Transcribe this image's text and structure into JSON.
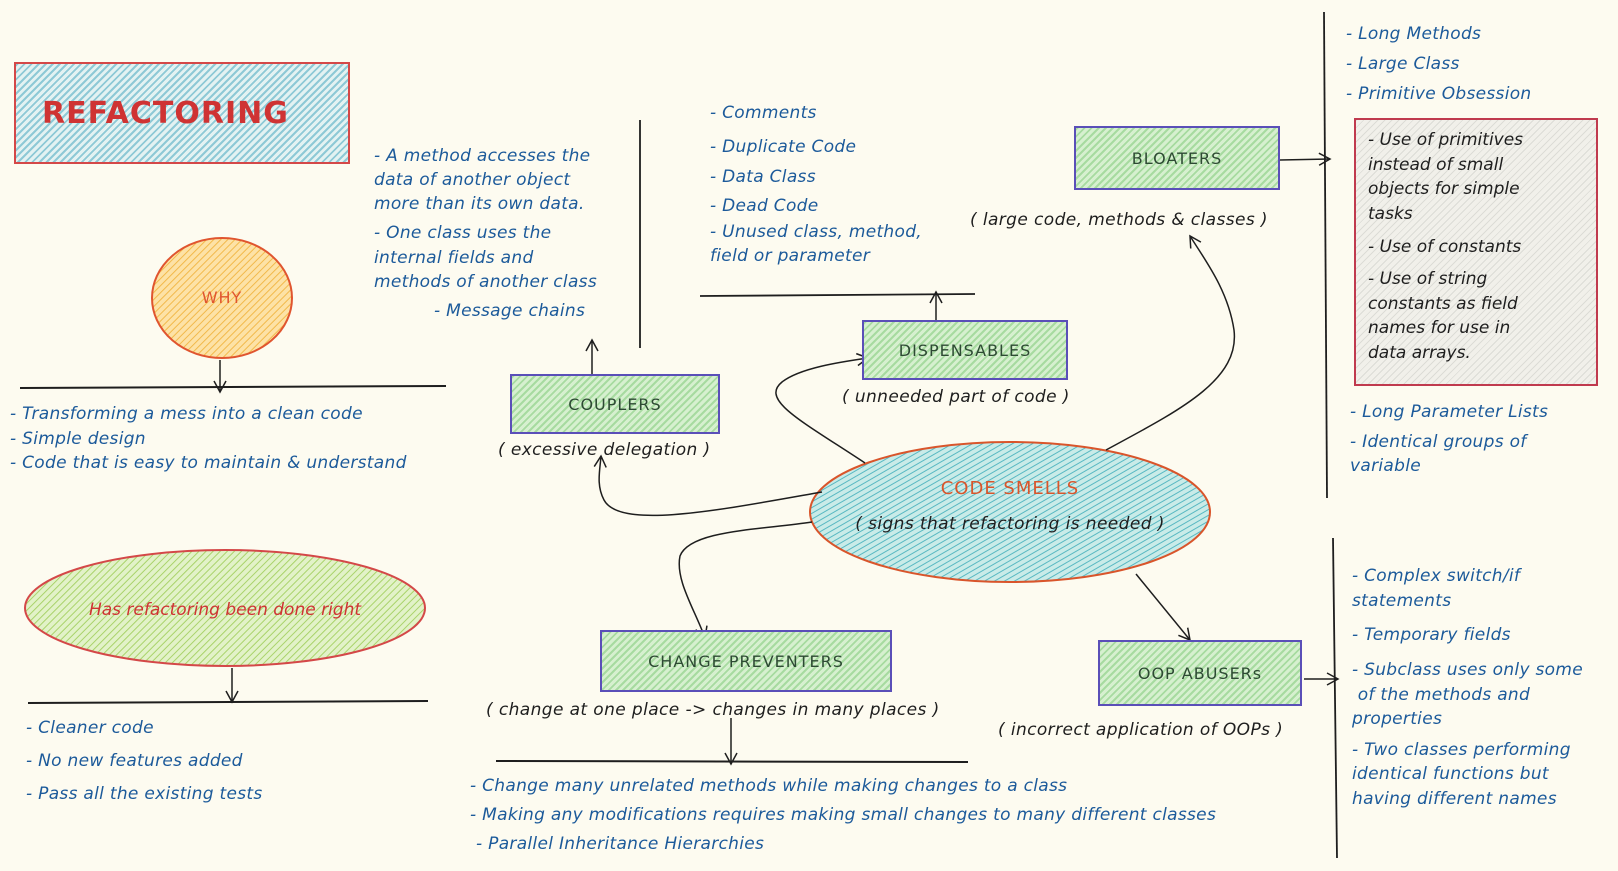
{
  "title": "REFACTORING",
  "why": {
    "label": "WHY",
    "items": [
      "- Transforming a mess into a clean code",
      "- Simple design",
      "- Code that is easy to maintain & understand"
    ]
  },
  "done_right": {
    "label": "Has refactoring been done right",
    "items": [
      "- Cleaner code",
      "- No new features added",
      "- Pass all the existing tests"
    ]
  },
  "code_smells": {
    "label": "CODE SMELLS",
    "subtitle": "( signs that refactoring is needed )"
  },
  "couplers": {
    "label": "COUPLERS",
    "subtitle": "( excessive delegation )",
    "items": [
      [
        "- A method accesses the",
        "data of another object",
        "more than its own data."
      ],
      [
        "- One class uses the",
        "internal fields and",
        "methods of another class"
      ],
      [
        "- Message chains"
      ]
    ]
  },
  "dispensables": {
    "label": "DISPENSABLES",
    "subtitle": "( unneeded part of code )",
    "items": [
      [
        "- Comments"
      ],
      [
        "- Duplicate Code"
      ],
      [
        "- Data Class"
      ],
      [
        "- Dead Code"
      ],
      [
        "- Unused class, method,",
        "field or parameter"
      ]
    ]
  },
  "bloaters": {
    "label": "BLOATERS",
    "subtitle": "( large code, methods & classes )",
    "items": [
      "- Long Methods",
      "- Large Class",
      "- Primitive Obsession"
    ],
    "primitive_note": [
      [
        "- Use of primitives",
        "instead of small",
        "objects for simple",
        "tasks"
      ],
      [
        "- Use of constants"
      ],
      [
        "- Use of string",
        "constants as field",
        "names for use in",
        "data arrays."
      ]
    ],
    "items_after": [
      [
        "- Long Parameter Lists"
      ],
      [
        "- Identical groups of",
        "variable"
      ]
    ]
  },
  "change_preventers": {
    "label": "CHANGE PREVENTERS",
    "subtitle": "( change at one place -> changes in many places )",
    "items": [
      "- Change many unrelated methods while making changes to a class",
      "- Making any modifications requires making small changes to many different classes",
      "- Parallel Inheritance Hierarchies"
    ]
  },
  "oop_abusers": {
    "label": "OOP ABUSERs",
    "subtitle": "( incorrect application of OOPs )",
    "items": [
      [
        "- Complex switch/if",
        "statements"
      ],
      [
        "- Temporary fields"
      ],
      [
        "- Subclass uses only some",
        " of the methods and",
        "properties"
      ],
      [
        "- Two classes performing",
        "identical functions but",
        "having different names"
      ]
    ]
  },
  "colors": {
    "text_blue": "#1c5a9a",
    "title_red": "#cf3333",
    "box_border": "#5a4fb8",
    "box_fill": "#a7dba0",
    "smell_fill": "#7ccad0",
    "smell_border": "#d9552b",
    "why_fill": "#f7c35a",
    "background": "#fdfbf0"
  }
}
